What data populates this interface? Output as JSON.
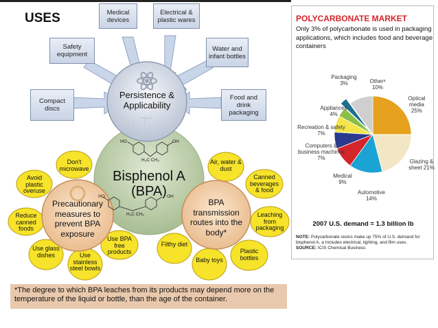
{
  "left": {
    "heading": "USES",
    "use_boxes": [
      {
        "id": "medical",
        "label": "Medical devices"
      },
      {
        "id": "electrical",
        "label": "Electrical & plastic wares"
      },
      {
        "id": "safety",
        "label": "Safety equipment"
      },
      {
        "id": "water",
        "label": "Water and infant bottles"
      },
      {
        "id": "compact",
        "label": "Compact discs"
      },
      {
        "id": "food",
        "label": "Food and drink packaging"
      }
    ],
    "center_label": "Persistence & Applicability",
    "bpa_label_1": "Bisphenol A",
    "bpa_label_2": "(BPA)",
    "molecule": {
      "ho": "HO",
      "oh": "OH",
      "methyls": "H₃C CH₃"
    },
    "precaution_label": "Precautionary measures to prevent BPA exposure",
    "transmission_label": "BPA transmission routes into the body*",
    "precaution_petals": [
      "Don't microwave",
      "Avoid plastic overuse",
      "Reduce canned foods",
      "Use glass dishes",
      "Use stainless steel bowls",
      "Use BPA free products"
    ],
    "transmission_petals": [
      "Air, water & dust",
      "Canned beverages & food",
      "Leaching from packaging",
      "Plastic bottles",
      "Baby toys",
      "Filthy diet"
    ],
    "footnote": "*The degree to which BPA leaches from its products may depend more on the temperature of the liquid or bottle, than the age of the container."
  },
  "right": {
    "title": "POLYCARBONATE MARKET",
    "subtitle": "Only 3% of polycarbonate is used in packaging applications, which includes food and beverage containers",
    "demand": "2007 U.S. demand = 1.3 billion lb",
    "note_label": "NOTE:",
    "note_text": "Polycarbonate resins make up 75% of U.S. demand for bisphenol A. a Includes electrical, lighting, and film uses.",
    "source_label": "SOURCE:",
    "source_text": "ICIS Chemical Business"
  },
  "chart_data": {
    "type": "pie",
    "title": "POLYCARBONATE MARKET",
    "slices": [
      {
        "label": "Optical media",
        "value": 25,
        "color": "#e6a11f"
      },
      {
        "label": "Glazing & sheet",
        "value": 21,
        "color": "#f3e6c4"
      },
      {
        "label": "Automotive",
        "value": 14,
        "color": "#1ba3d4"
      },
      {
        "label": "Medical",
        "value": 9,
        "color": "#d4252a"
      },
      {
        "label": "Computers & business machines",
        "value": 7,
        "color": "#2b3a8f"
      },
      {
        "label": "Recreation & safety",
        "value": 7,
        "color": "#f4e54a"
      },
      {
        "label": "Appliances",
        "value": 4,
        "color": "#8bbf47"
      },
      {
        "label": "Packaging",
        "value": 3,
        "color": "#1d6f8f"
      },
      {
        "label": "Otherᵃ",
        "value": 10,
        "color": "#cfcfcf"
      }
    ],
    "slice_labels": [
      "Optical media 25%",
      "Glazing & sheet 21%",
      "Automotive 14%",
      "Medical 9%",
      "Computers & business machines 7%",
      "Recreation & safety 7%",
      "Appliances 4%",
      "Packaging 3%",
      "Otherᵃ 10%"
    ]
  }
}
